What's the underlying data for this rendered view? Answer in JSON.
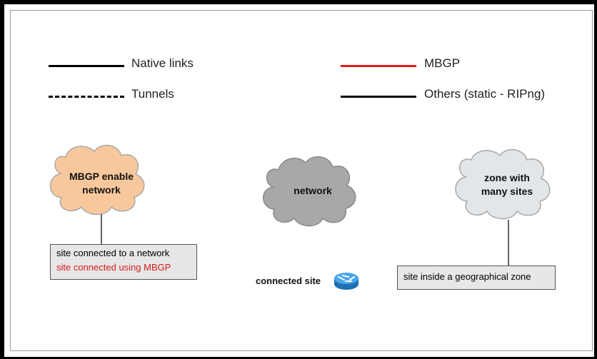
{
  "legend": {
    "native_links": "Native links",
    "tunnels": "Tunnels",
    "mbgp": "MBGP",
    "others": "Others (static - RIPng)"
  },
  "clouds": {
    "mbgp_network": {
      "line1": "MBGP enable",
      "line2": "network",
      "color": "#f8c89c"
    },
    "network": {
      "line1": "network",
      "color": "#a8a8a8"
    },
    "zone": {
      "line1": "zone with",
      "line2": "many sites",
      "color": "#e3e6e8"
    }
  },
  "boxes": {
    "site_network": "site connected to a network",
    "site_mbgp": "site connected using MBGP",
    "site_zone": "site inside a geographical zone"
  },
  "connected_site": {
    "label": "connected site",
    "icon": "router-icon"
  },
  "colors": {
    "mbgp_line": "#e41a1c",
    "router": "#2f8fd8"
  }
}
